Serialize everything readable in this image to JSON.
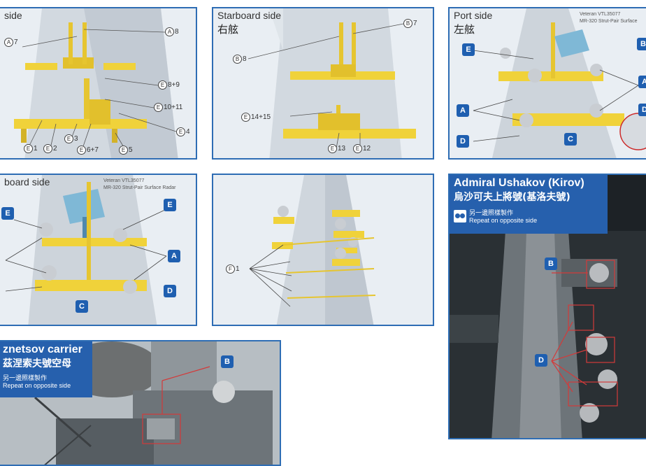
{
  "panels": {
    "p1": {
      "title": "side",
      "callouts": [
        "A7",
        "A8",
        "E8+9",
        "E10+11",
        "E4",
        "E1",
        "E2",
        "E3",
        "E6+7",
        "E5"
      ]
    },
    "p2": {
      "title": "Starboard side",
      "subtitle": "右舷",
      "callouts": [
        "B7",
        "B8",
        "E14+15",
        "E13",
        "E12"
      ]
    },
    "p3": {
      "title": "Port side",
      "subtitle": "左舷",
      "veteran": "Veteran VTL35077",
      "radar": "MR-320 Strut-Pair Surface",
      "badges": [
        "E",
        "A",
        "D",
        "C",
        "B",
        "A",
        "D"
      ]
    },
    "p4": {
      "title": "board side",
      "veteran": "Veteran VTL35077",
      "radar": "MR-320 Strut-Pair Surface Radar",
      "badges": [
        "E",
        "E",
        "A",
        "D",
        "C"
      ]
    },
    "p5": {
      "callouts": [
        "F1"
      ]
    },
    "p6": {
      "title_en": "Admiral Ushakov (Kirov)",
      "title_zh": "烏沙可夫上將號(基洛夫號)",
      "repeat_zh": "另一邊照樣製作",
      "repeat_en": "Repeat on opposite side",
      "badges": [
        "B",
        "D"
      ]
    },
    "p7": {
      "title_en": "znetsov carrier",
      "title_zh": "茲涅索夫號空母",
      "repeat_zh": "另一邊照樣製作",
      "repeat_en": "Repeat on opposite side",
      "badges": [
        "B"
      ]
    }
  },
  "colors": {
    "frame": "#2e6db4",
    "badge": "#1f5fb0",
    "platform": "#f0d23a",
    "hull": "#d7dde3"
  }
}
